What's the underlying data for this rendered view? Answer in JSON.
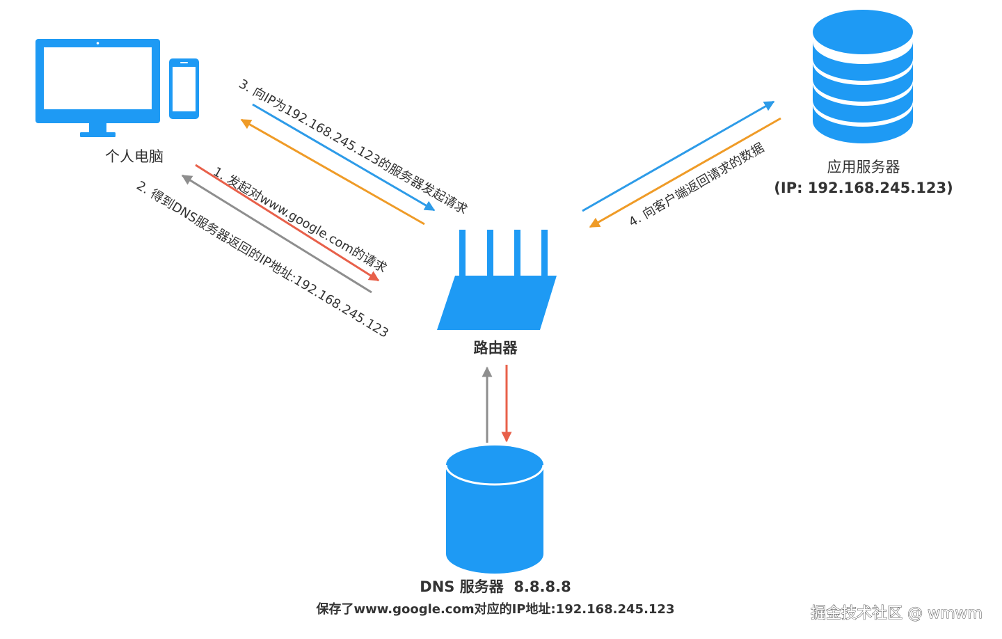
{
  "colors": {
    "device_blue": "#1e9af4",
    "arrow_blue": "#2d9be8",
    "arrow_orange": "#ef9b27",
    "arrow_red": "#e8604a",
    "arrow_gray": "#8e8e8e",
    "text": "#333333"
  },
  "nodes": {
    "pc": {
      "label": "个人电脑",
      "icons": [
        "monitor-icon",
        "phone-icon"
      ]
    },
    "router": {
      "label": "路由器",
      "icon": "router-icon"
    },
    "app_server": {
      "label_line1": "应用服务器",
      "label_line2": "(IP: 192.168.245.123)",
      "icon": "database-stack-icon"
    },
    "dns_server": {
      "label": "DNS 服务器  8.8.8.8",
      "sublabel": "保存了www.google.com对应的IP地址:192.168.245.123",
      "icon": "database-icon"
    }
  },
  "edges": {
    "step1": "1. 发起对www.google.com的请求",
    "step2": "2. 得到DNS服务器返回的IP地址:192.168.245.123",
    "step3": "3. 向IP为192.168.245.123的服务器发起请求",
    "step4": "4. 向客户端返回请求的数据"
  },
  "watermark": "掘金技术社区 @ wmwm"
}
